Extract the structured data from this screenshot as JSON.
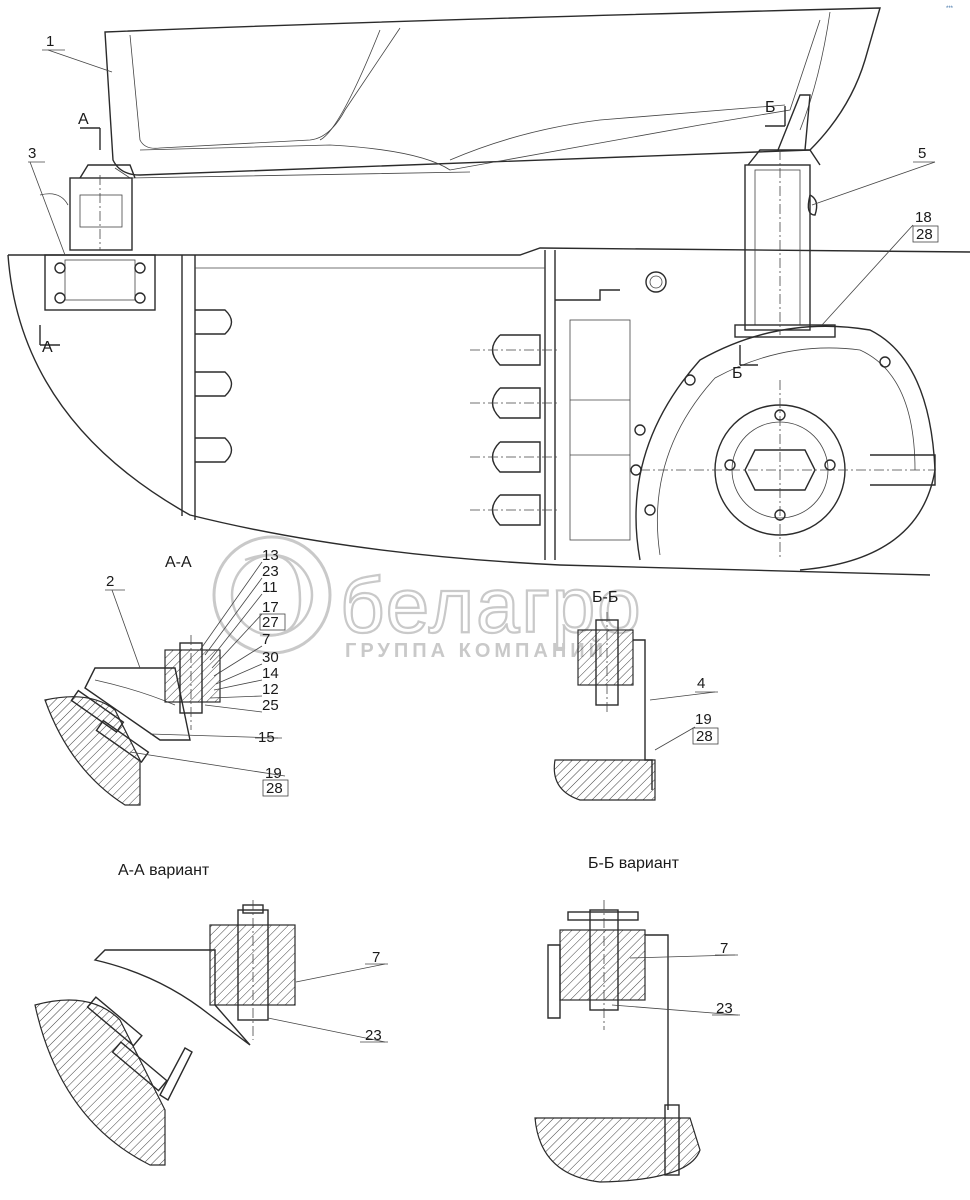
{
  "labels": {
    "l1": "1",
    "l2": "2",
    "l3": "3",
    "l4": "4",
    "l5": "5",
    "l7": "7",
    "l11": "11",
    "l12": "12",
    "l13": "13",
    "l14": "14",
    "l15": "15",
    "l17": "17",
    "l18": "18",
    "l19a": "19",
    "l19b": "19",
    "l23": "23",
    "l25": "25",
    "l27": "27",
    "l28a": "28",
    "l28b": "28",
    "l28c": "28",
    "l30": "30",
    "v7a": "7",
    "v23a": "23",
    "v7b": "7",
    "v23b": "23"
  },
  "section_marks": {
    "a_top": "А",
    "a_bottom": "А",
    "b_top": "Б",
    "b_bottom": "Б"
  },
  "section_titles": {
    "aa": "А-А",
    "bb": "Б-Б",
    "aa_variant": "А-А вариант",
    "bb_variant": "Б-Б вариант"
  },
  "watermark": {
    "brand": "белагро",
    "subtitle": "ГРУППА КОМПАНИЙ",
    "logo_icon": "belagro-logo-icon"
  },
  "corner_mark": "***"
}
